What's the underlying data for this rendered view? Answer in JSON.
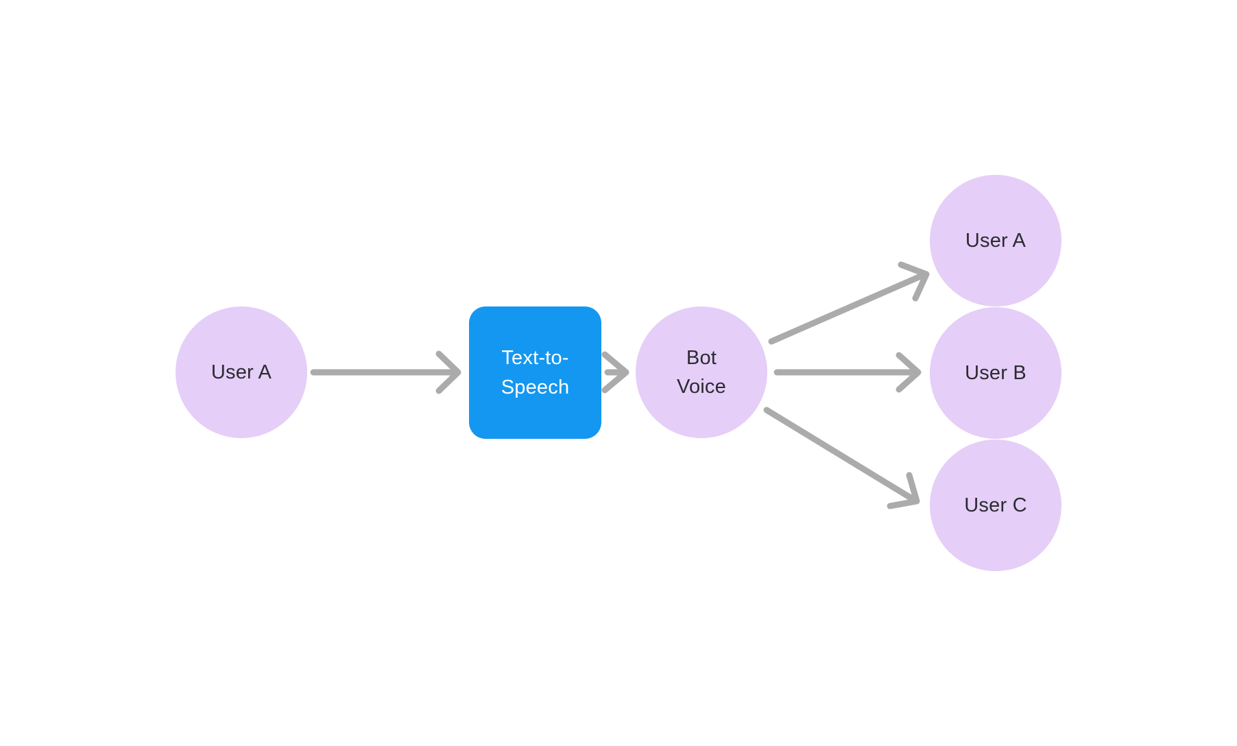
{
  "diagram": {
    "colors": {
      "background": "#FFFFFF",
      "node_fill": "#E5CEF7",
      "node_text": "#2B2B31",
      "box_fill": "#1497F0",
      "box_text": "#FFFFFF",
      "arrow": "#ABABAB"
    },
    "nodes": {
      "source_user": {
        "label": "User A"
      },
      "tts": {
        "line1": "Text-to-",
        "line2": "Speech"
      },
      "bot_voice": {
        "line1": "Bot",
        "line2": "Voice"
      },
      "target_a": {
        "label": "User A"
      },
      "target_b": {
        "label": "User B"
      },
      "target_c": {
        "label": "User C"
      }
    }
  }
}
